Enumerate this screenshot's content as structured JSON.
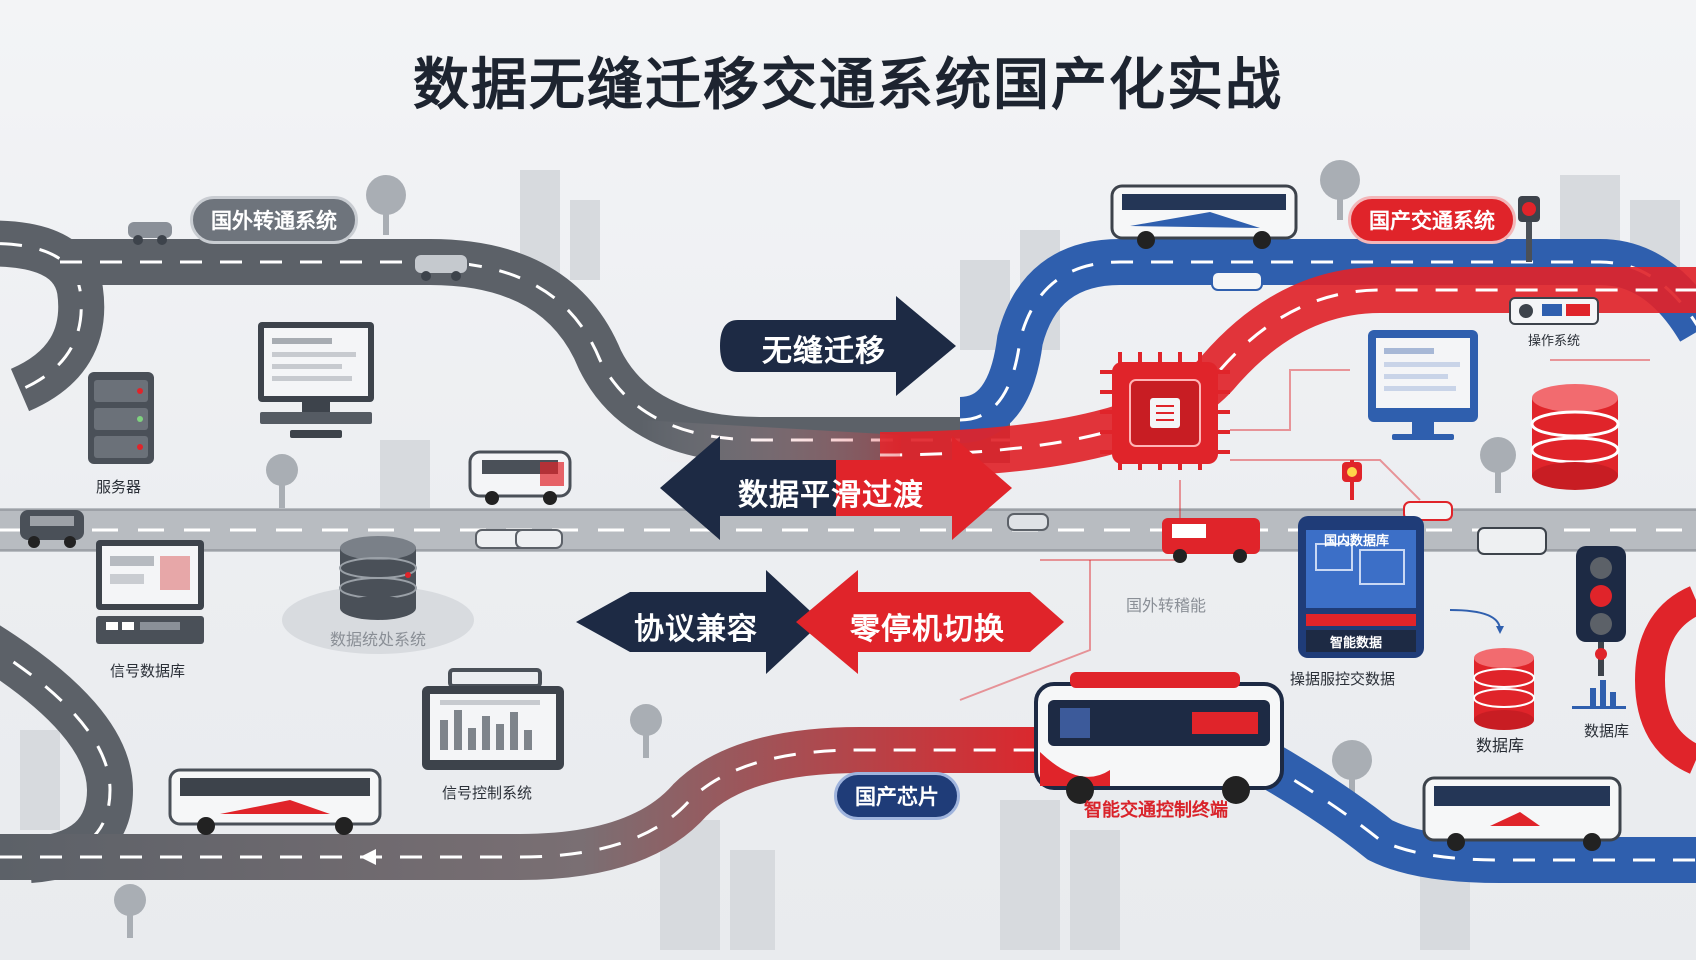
{
  "title": "数据无缝迁移交通系统国产化实战",
  "left_system_label": "国外转通系统",
  "right_system_label": "国产交通系统",
  "arrows": {
    "seamless_migration": "无缝迁移",
    "smooth_transition": "数据平滑过渡",
    "protocol_compat": "协议兼容",
    "zero_downtime": "零停机切换"
  },
  "left_labels": {
    "server": "服务器",
    "signal_db": "信号数据库",
    "data_system": "数据统处系统",
    "signal_control": "信号控制系统"
  },
  "right_labels": {
    "domestic_chip": "国产芯片",
    "smart_terminal": "智能交通控制终端",
    "operations": "操作系统",
    "screen_title": "国内数据库",
    "screen_bottom": "智能数据",
    "data_platform": "操据服控交数据",
    "database_red": "数据库",
    "database_blue": "数据库",
    "faded_sign": "国外转稽能"
  },
  "colors": {
    "red": "#e0242a",
    "navy": "#1d2a44",
    "blue_road": "#2f5fae",
    "gray_road": "#5c6168"
  }
}
